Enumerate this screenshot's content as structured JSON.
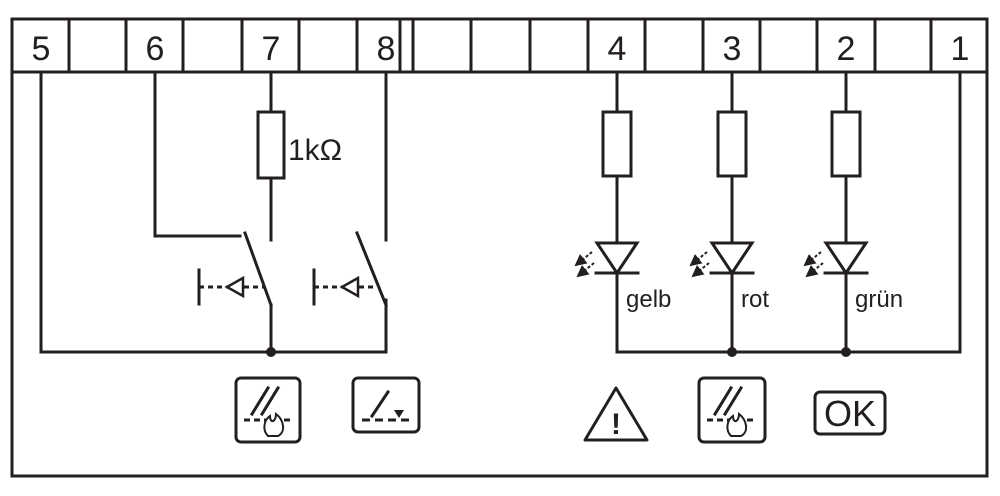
{
  "terminals": [
    {
      "id": "t5",
      "label": "5"
    },
    {
      "id": "t6",
      "label": "6"
    },
    {
      "id": "t7",
      "label": "7"
    },
    {
      "id": "t8",
      "label": "8"
    },
    {
      "id": "t4",
      "label": "4"
    },
    {
      "id": "t3",
      "label": "3"
    },
    {
      "id": "t2",
      "label": "2"
    },
    {
      "id": "t1",
      "label": "1"
    }
  ],
  "resistor_label": "1kΩ",
  "led_labels": {
    "yellow": "gelb",
    "red": "rot",
    "green": "grün"
  },
  "ok_label": "OK",
  "warning_symbol": "!",
  "icons": [
    "fire-alarm-icon",
    "fault-icon",
    "warning-triangle-icon",
    "fire-alarm-icon",
    "ok-icon"
  ],
  "colors": {
    "line": "#231f20",
    "background": "#ffffff"
  }
}
